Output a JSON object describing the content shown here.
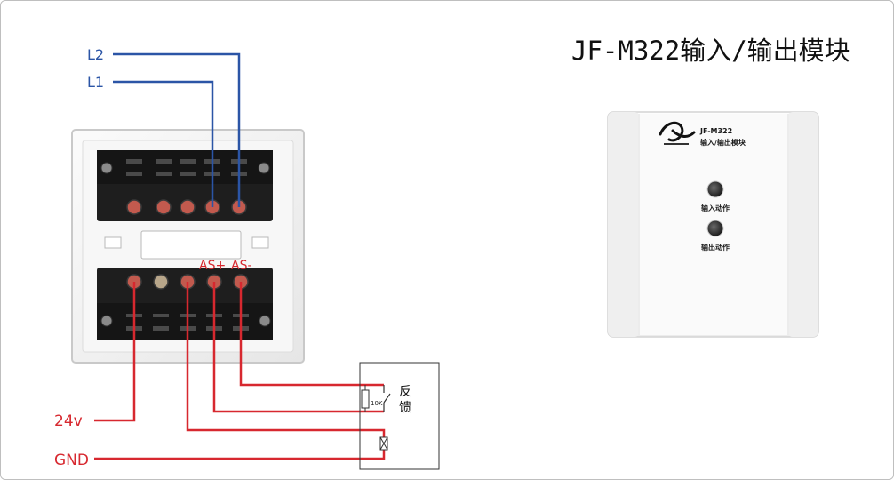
{
  "title": "JF-M322输入/输出模块",
  "wiring": {
    "l2": "L2",
    "l1": "L1",
    "as_plus": "AS+",
    "as_minus": "AS-",
    "v24": "24v",
    "gnd": "GND",
    "resistor": "10K",
    "feedback_line1": "反",
    "feedback_line2": "馈"
  },
  "device": {
    "model": "JF-M322",
    "name": "输入/输出模块",
    "led_input_label": "输入动作",
    "led_output_label": "输出动作"
  },
  "colors": {
    "bus_wire": "#2b55a6",
    "power_wire": "#d7282f",
    "title": "#111111"
  }
}
